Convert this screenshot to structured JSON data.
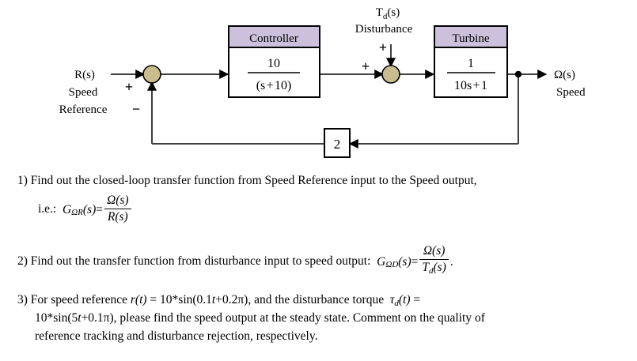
{
  "diagram": {
    "title": "speed-control-block-diagram",
    "colors": {
      "block_header": "#CCC0DC",
      "block_body": "#FFFFFF",
      "block_border": "#000000",
      "summing_junction": "#C9BD8F",
      "line": "#3F3F3F"
    },
    "inputs": {
      "reference_signal": "R(s)",
      "reference_desc_line1": "Speed",
      "reference_desc_line2": "Reference",
      "disturbance_signal": "T",
      "disturbance_signal_sub": "d",
      "disturbance_signal_tail": "(s)",
      "disturbance_desc": "Disturbance"
    },
    "outputs": {
      "output_signal": "Ω(s)",
      "output_desc": "Speed"
    },
    "summing_junction_1": {
      "sign_reference": "+",
      "sign_feedback": "−"
    },
    "summing_junction_2": {
      "sign_forward": "+",
      "sign_disturbance": "+"
    },
    "controller_block": {
      "title": "Controller",
      "numerator": "10",
      "denominator": "(s + 10)"
    },
    "turbine_block": {
      "title": "Turbine",
      "numerator": "1",
      "denominator": "10s + 1"
    },
    "feedback_block": {
      "gain": "2"
    }
  },
  "questions": {
    "q1_line1": "1) Find out the closed-loop transfer function from Speed Reference input to the Speed output,",
    "q1_line2_prefix": "i.e.:",
    "q1_G": "G",
    "q1_G_sub": "ΩR",
    "q1_G_arg": "(s)",
    "q1_eq": "=",
    "q1_frac_num": "Ω(s)",
    "q1_frac_den": "R(s)",
    "q2_text": "2) Find out the transfer function from disturbance input to speed output:",
    "q2_G": "G",
    "q2_G_sub": "ΩD",
    "q2_G_arg": "(s)",
    "q2_eq": "=",
    "q2_frac_num": "Ω(s)",
    "q2_frac_den_T": "T",
    "q2_frac_den_sub": "d",
    "q2_frac_den_arg": "(s)",
    "q2_period": ".",
    "q3_line1_a": "3) For speed reference",
    "q3_line1_r": "r(t)",
    "q3_line1_b": "= 10*sin(0.1",
    "q3_line1_t": "t",
    "q3_line1_c": "+0.2π), and the disturbance torque",
    "q3_line1_tau": "τ",
    "q3_line1_tau_sub": "d",
    "q3_line1_tau_arg": "(t)",
    "q3_line1_d": "=",
    "q3_line2_a": "10*sin(5",
    "q3_line2_t": "t",
    "q3_line2_b": "+0.1π), please find the speed output at the steady state. Comment on the quality of",
    "q3_line3": "reference tracking and disturbance rejection, respectively."
  }
}
